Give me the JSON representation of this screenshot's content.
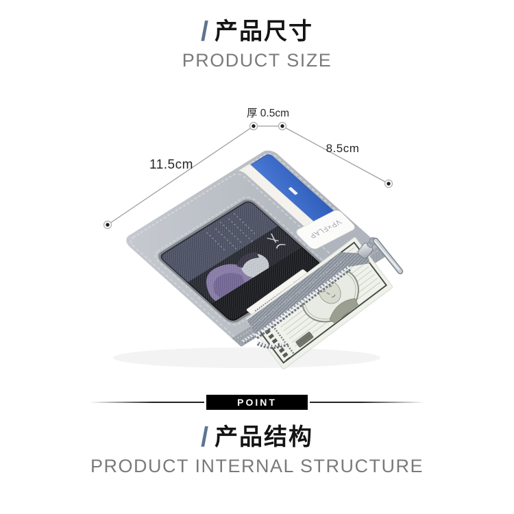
{
  "header": {
    "slash": "/",
    "title_zh": "产品尺寸",
    "title_en": "PRODUCT SIZE"
  },
  "measurements": {
    "thickness": "厚 0.5cm",
    "length": "11.5cm",
    "width": "8.5cm"
  },
  "wallet": {
    "brand_text": "VP×FLAP"
  },
  "badge": {
    "label": "POINT"
  },
  "footer": {
    "slash": "/",
    "title_zh": "产品结构",
    "title_en": "PRODUCT INTERNAL STRUCTURE"
  },
  "colors": {
    "accent_slash": "#5e7491",
    "heading": "#141414",
    "subtitle": "#7a7a7a",
    "badge_bg": "#000000",
    "badge_text": "#ffffff",
    "annotation_line": "#9d9d9d",
    "annotation_dot": "#1f1f1f",
    "wallet_gray": "#b4b9c0",
    "card_blue": "#3e6ecd",
    "zipper_teeth": "#eef0f4",
    "bill_paper": "#eff1eb"
  }
}
